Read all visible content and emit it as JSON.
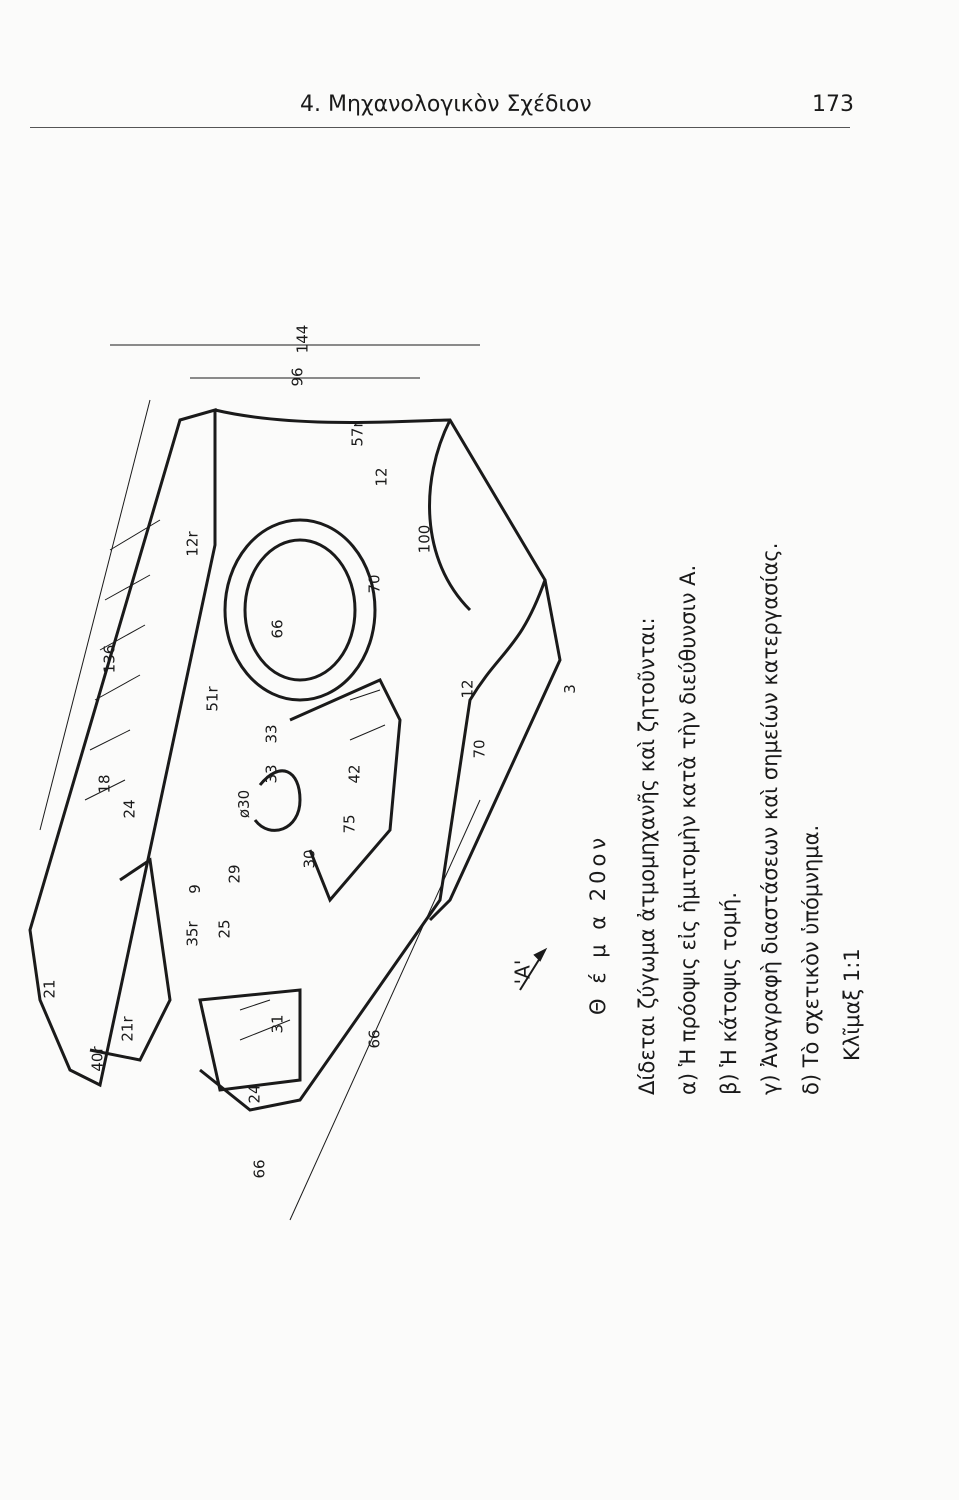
{
  "header": {
    "chapter": "4. Μηχανολογικὸν Σχέδιον",
    "page_number": "173"
  },
  "drawing": {
    "dimensions": [
      "144",
      "96",
      "57r",
      "12",
      "100",
      "70",
      "12",
      "3",
      "70",
      "136",
      "12r",
      "66",
      "51r",
      "18",
      "24",
      "33",
      "33",
      "42",
      "75",
      "30",
      "ø30",
      "29",
      "25",
      "35r",
      "9",
      "21",
      "21r",
      "40r",
      "31",
      "24",
      "66",
      "66"
    ],
    "direction_label": "'A'"
  },
  "exercise": {
    "title": "Θ έ μ α  20ον",
    "intro": "Δίδεται ζύγωμα ἀτμομηχανῆς καὶ ζητοῦνται:",
    "items": [
      "α) Ἡ πρόοψις εἰς ἡμιτομὴν κατὰ τὴν διεύθυνσιν Α.",
      "β) Ἡ κάτοψις τομή.",
      "γ) Ἀναγραφὴ διαστάσεων καὶ σημείων κατεργασίας.",
      "δ) Τὸ σχετικὸν ὑπόμνημα."
    ],
    "scale": "Κλῖμαξ 1:1"
  }
}
